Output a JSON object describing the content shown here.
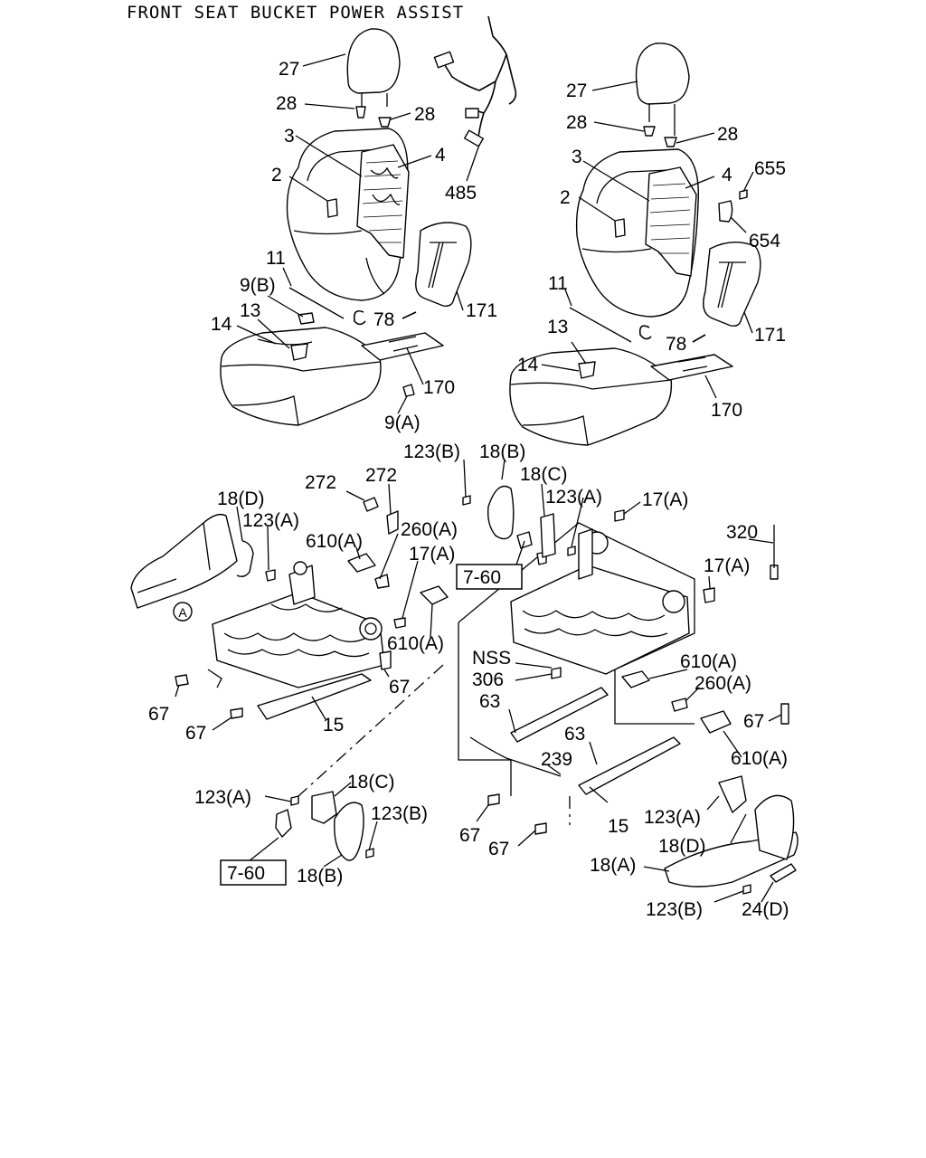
{
  "title": "FRONT SEAT BUCKET POWER ASSIST",
  "callouts": {
    "l27": "27",
    "l28a": "28",
    "l28b": "28",
    "l3": "3",
    "l4": "4",
    "l2": "2",
    "l485": "485",
    "l11": "11",
    "l9b": "9(B)",
    "l13": "13",
    "l14": "14",
    "l78": "78",
    "l171": "171",
    "l170": "170",
    "l9a": "9(A)",
    "r27": "27",
    "r28a": "28",
    "r28b": "28",
    "r3": "3",
    "r4": "4",
    "r655": "655",
    "r2": "2",
    "r654": "654",
    "r11": "11",
    "r13": "13",
    "r14": "14",
    "r78": "78",
    "r171": "171",
    "r170": "170",
    "c123b": "123(B)",
    "c18b": "18(B)",
    "c18c": "18(C)",
    "c123a": "123(A)",
    "c17a": "17(A)",
    "c760": "7-60",
    "c320": "320",
    "c17a2": "17(A)",
    "bl272a": "272",
    "bl272b": "272",
    "bl18d": "18(D)",
    "bl123a": "123(A)",
    "bl260a": "260(A)",
    "bl610a": "610(A)",
    "bl17a": "17(A)",
    "bl610a2": "610(A)",
    "bl67a": "67",
    "bl67b": "67",
    "bl67c": "67",
    "bl15": "15",
    "bl123a2": "123(A)",
    "bl18c": "18(C)",
    "bl123b": "123(B)",
    "bl760": "7-60",
    "bl18b": "18(B)",
    "br_nss": "NSS",
    "br306": "306",
    "br63a": "63",
    "br63b": "63",
    "br239": "239",
    "br610a": "610(A)",
    "br260a": "260(A)",
    "br67a": "67",
    "br610a2": "610(A)",
    "br67b": "67",
    "br67c": "67",
    "br15": "15",
    "br123a": "123(A)",
    "br18d": "18(D)",
    "br18a": "18(A)",
    "br123b": "123(B)",
    "br24d": "24(D)"
  },
  "circle_label": "A"
}
